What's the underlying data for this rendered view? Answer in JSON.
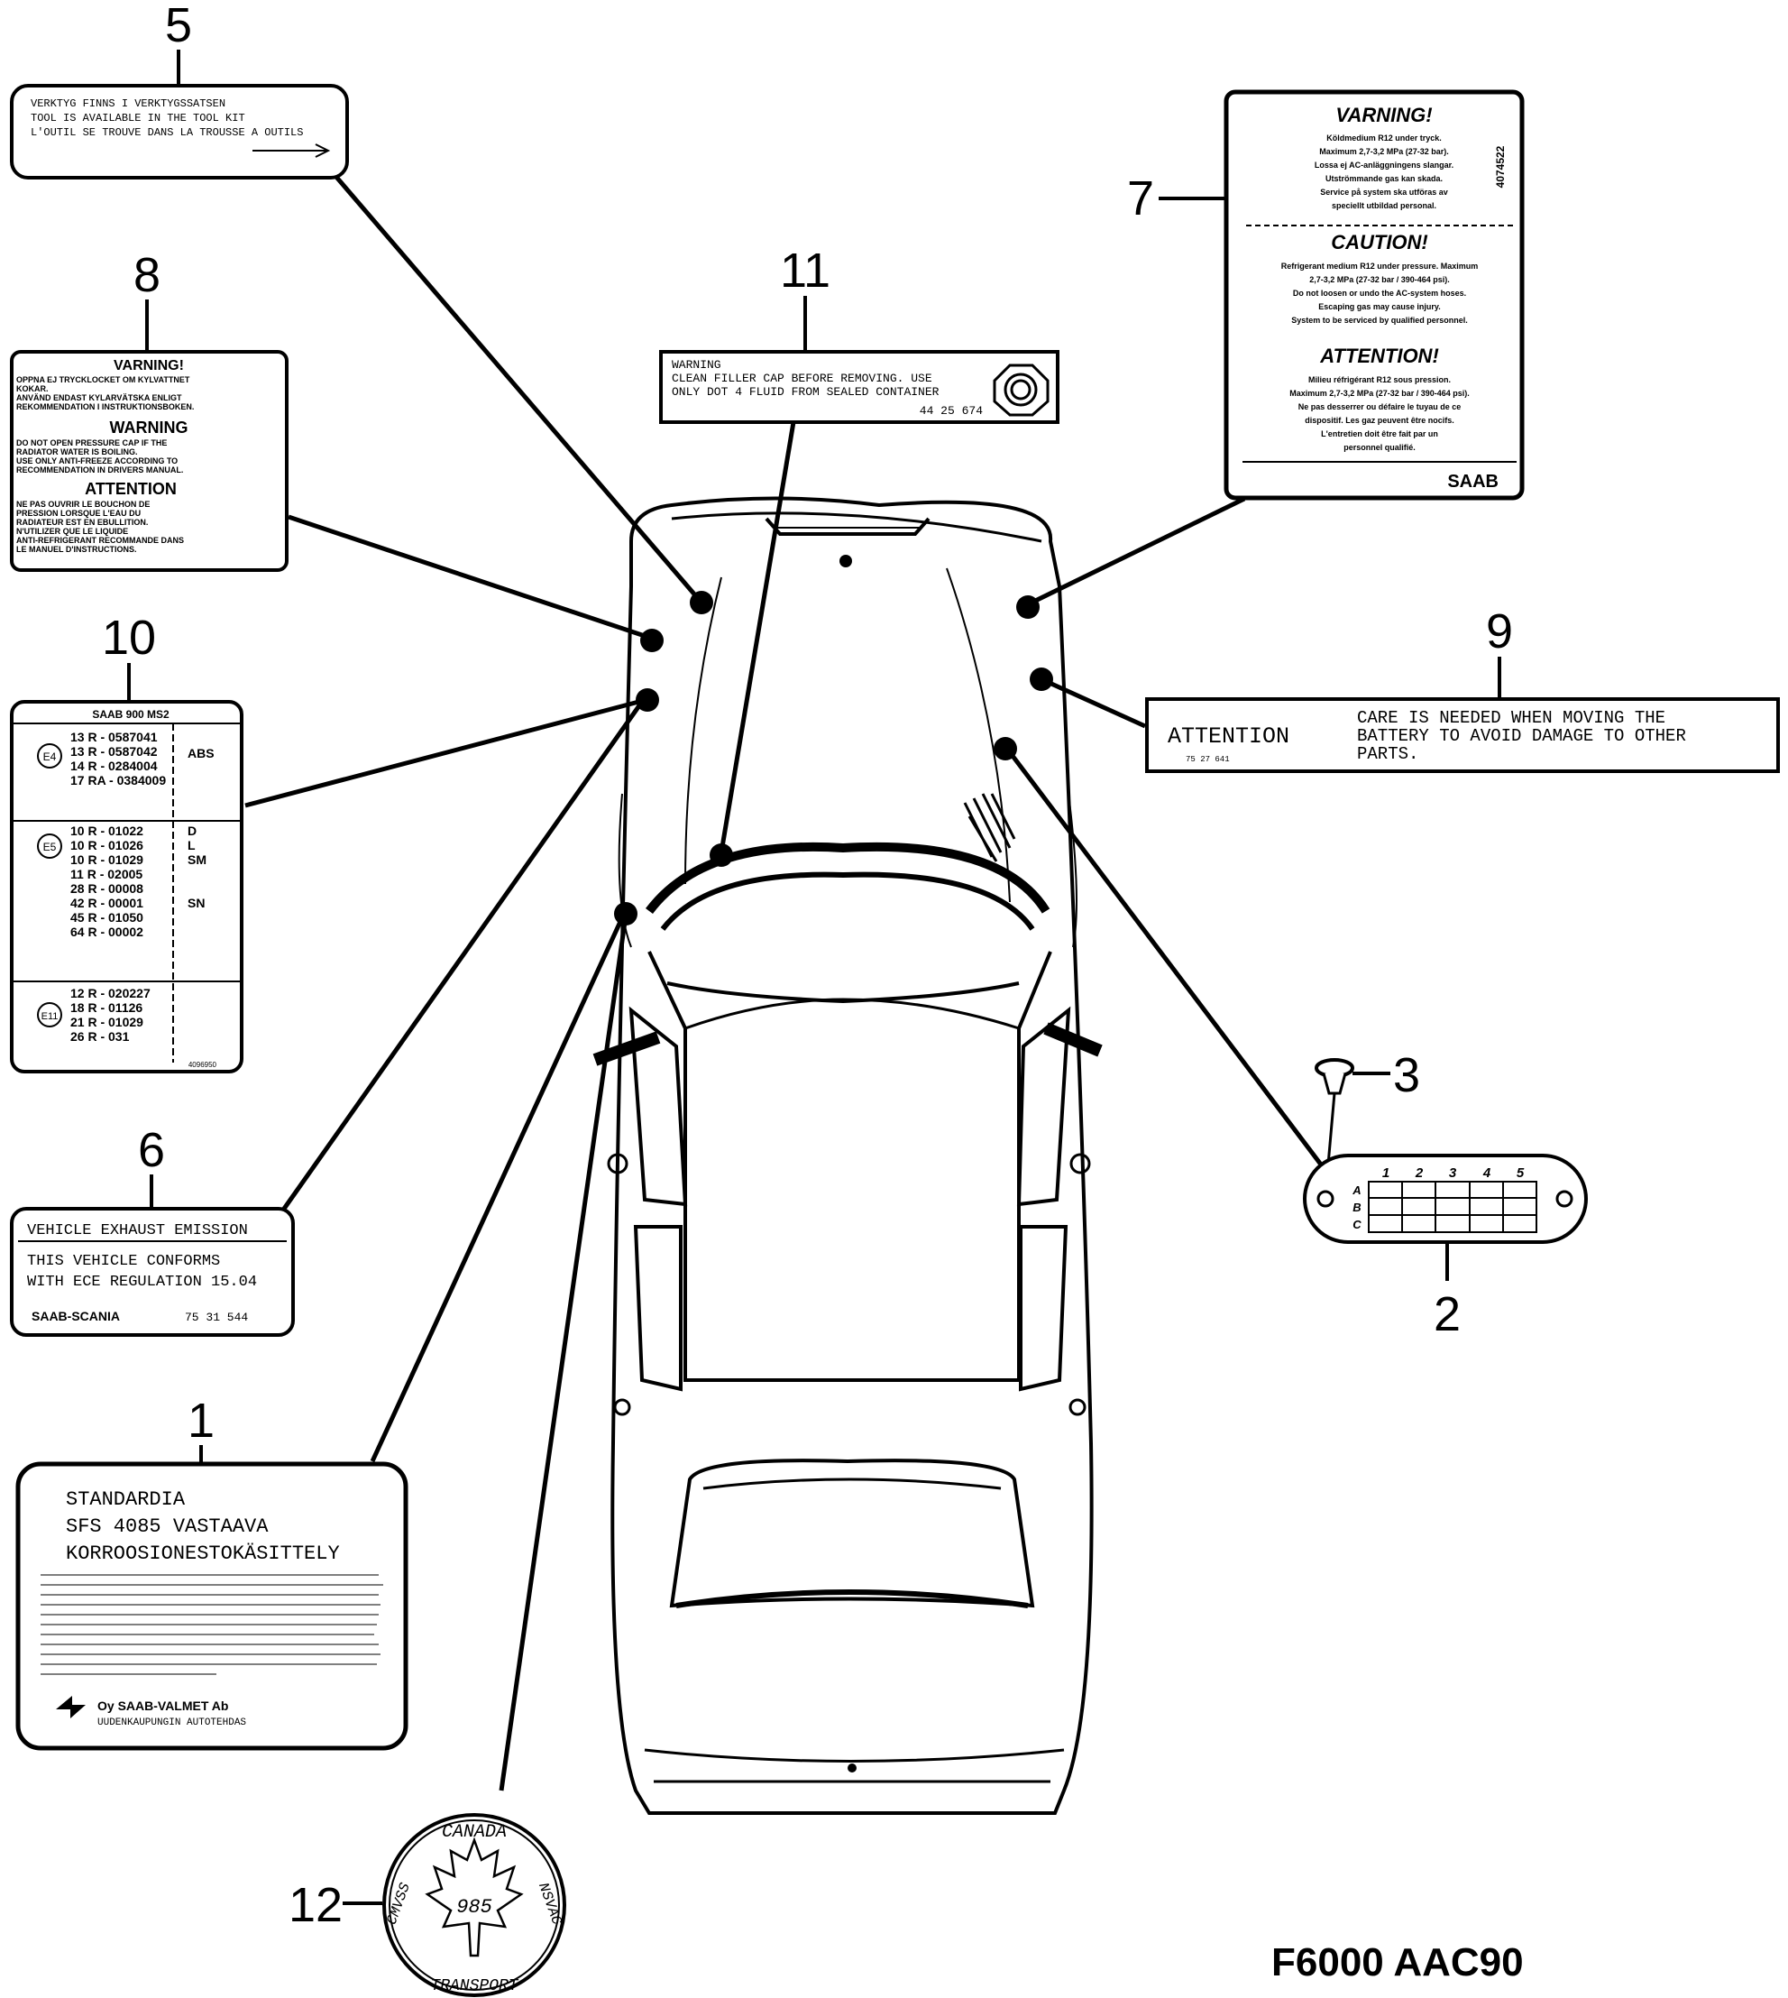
{
  "callouts": {
    "n1": "1",
    "n2": "2",
    "n3": "3",
    "n5": "5",
    "n6": "6",
    "n7": "7",
    "n8": "8",
    "n9": "9",
    "n10": "10",
    "n11": "11",
    "n12": "12"
  },
  "label_5": {
    "line1": "VERKTYG FINNS I VERKTYGSSATSEN",
    "line2": "TOOL IS AVAILABLE IN THE TOOL KIT",
    "line3": "L'OUTIL SE TROUVE DANS LA TROUSSE A OUTILS"
  },
  "label_8": {
    "h1": "VARNING!",
    "sv": [
      "OPPNA EJ TRYCKLOCKET OM KYLVATTNET",
      "KOKAR.",
      "ANVÄND ENDAST KYLARVÄTSKA ENLIGT",
      "REKOMMENDATION I INSTRUKTIONSBOKEN."
    ],
    "h2": "WARNING",
    "en": [
      "DO NOT OPEN PRESSURE CAP IF THE",
      "RADIATOR WATER IS BOILING.",
      "USE ONLY ANTI-FREEZE ACCORDING TO",
      "RECOMMENDATION IN DRIVERS MANUAL."
    ],
    "h3": "ATTENTION",
    "fr": [
      "NE PAS OUVRIR LE BOUCHON DE",
      "PRESSION LORSQUE L'EAU DU",
      "RADIATEUR EST EN EBULLITION.",
      "N'UTILIZER QUE LE LIQUIDE",
      "ANTI-REFRIGERANT RECOMMANDE DANS",
      "LE MANUEL D'INSTRUCTIONS."
    ]
  },
  "label_10": {
    "title": "SAAB 900 MS2",
    "e4_mark": "E4",
    "e4_codes": [
      "13 R - 0587041",
      "13 R - 0587042",
      "14 R - 0284004",
      "17 RA - 0384009"
    ],
    "e4_note": "ABS",
    "e5_mark": "E5",
    "e5_codes": [
      "10 R - 01022",
      "10 R - 01026",
      "10 R - 01029",
      "11 R - 02005",
      "28 R - 00008",
      "42 R - 00001",
      "45 R - 01050",
      "64 R - 00002"
    ],
    "e5_notes": [
      "D",
      "L",
      "SM",
      "",
      "",
      "SN",
      "",
      ""
    ],
    "e11_mark": "E11",
    "e11_codes": [
      "12 R - 020227",
      "18 R - 01126",
      "21 R - 01029",
      "26 R - 031"
    ],
    "partno": "4096950"
  },
  "label_6": {
    "header": "VEHICLE EXHAUST EMISSION",
    "line1": "THIS VEHICLE CONFORMS",
    "line2": "WITH ECE REGULATION 15.04",
    "brand": "SAAB-SCANIA",
    "partno": "75 31 544"
  },
  "label_1": {
    "title1": "STANDARDIA",
    "title2": "SFS 4085 VASTAAVA",
    "title3": "KORROOSIONESTOKÄSITTELY",
    "brand": "Oy SAAB-VALMET Ab",
    "sub": "UUDENKAUPUNGIN AUTOTEHDAS"
  },
  "label_11": {
    "line1": "WARNING",
    "line2": "CLEAN FILLER CAP BEFORE REMOVING. USE",
    "line3": "ONLY DOT 4 FLUID FROM SEALED CONTAINER",
    "partno": "44 25 674"
  },
  "label_7": {
    "h1": "VARNING!",
    "sv": [
      "Köldmedium R12 under tryck.",
      "Maximum 2,7-3,2 MPa (27-32 bar).",
      "Lossa ej AC-anläggningens slangar.",
      "Utströmmande gas kan skada.",
      "Service på system ska utföras av",
      "speciellt utbildad personal."
    ],
    "h2": "CAUTION!",
    "en": [
      "Refrigerant medium R12 under pressure. Maximum",
      "2,7-3,2 MPa (27-32 bar / 390-464 psi).",
      "Do not loosen or undo the AC-system hoses.",
      "Escaping gas may cause injury.",
      "System to be serviced by qualified personnel."
    ],
    "h3": "ATTENTION!",
    "fr": [
      "Milieu réfrigérant R12 sous pression.",
      "Maximum 2,7-3,2 MPa (27-32 bar / 390-464 psi).",
      "Ne pas desserrer ou défaire le tuyau de ce",
      "dispositif. Les gaz peuvent être nocifs.",
      "L'entretien doit être fait par un",
      "personnel qualifié."
    ],
    "side": "4074522",
    "brand": "SAAB"
  },
  "label_9": {
    "attention": "ATTENTION",
    "partno": "75 27 641",
    "line1": "CARE IS NEEDED WHEN MOVING THE",
    "line2": "BATTERY TO AVOID DAMAGE TO OTHER",
    "line3": "PARTS."
  },
  "label_2": {
    "cols": [
      "1",
      "2",
      "3",
      "4",
      "5"
    ],
    "rows": [
      "A",
      "B",
      "C"
    ]
  },
  "label_12": {
    "top": "CANADA",
    "left": "CMVSS",
    "right": "NSVAC",
    "bottom": "TRANSPORT",
    "year": "985"
  },
  "figure_code": "F6000 AAC90"
}
